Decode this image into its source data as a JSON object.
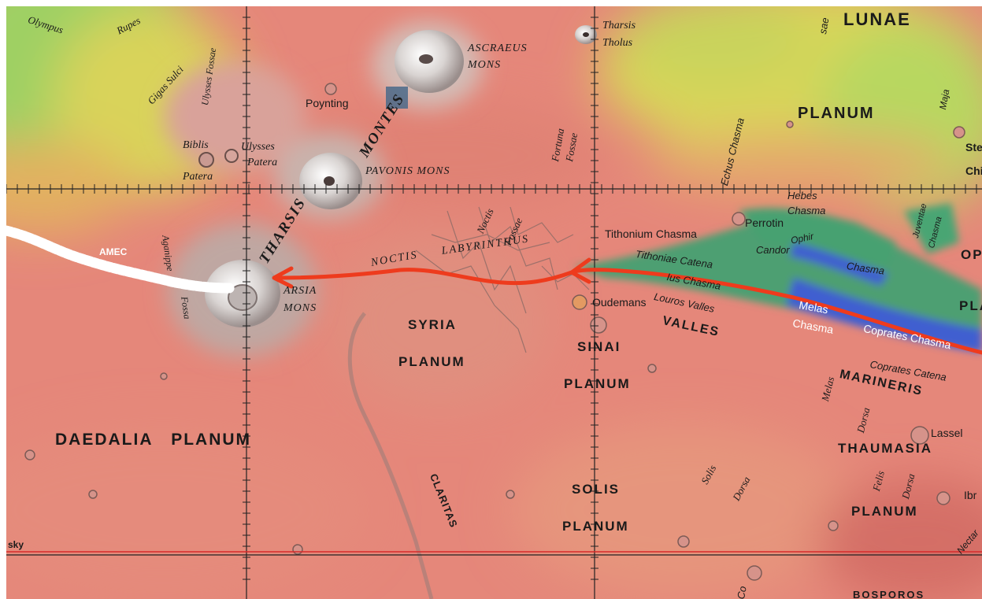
{
  "map": {
    "regions": {
      "lunae": "LUNAE",
      "lunae_planum": "PLANUM",
      "syria": "SYRIA",
      "syria_planum": "PLANUM",
      "sinai": "SINAI",
      "sinai_planum": "PLANUM",
      "daedalia_planum": "DAEDALIA   PLANUM",
      "solis": "SOLIS",
      "solis_planum": "PLANUM",
      "thaumasia": "THAUMASIA",
      "thaumasia_planum": "PLANUM",
      "valles": "VALLES",
      "marineris": "MARINERIS",
      "bosporos": "BOSPOROS",
      "tharsis": "THARSIS",
      "montes": "MONTES",
      "noctis": "NOCTIS",
      "labyrinthus": "LABYRINTHUS"
    },
    "features": {
      "olympus_rupes_1": "Olympus",
      "olympus_rupes_2": "Rupes",
      "gigas_sulci": "Gigas Sulci",
      "ulysses_fossae": "Ulysses Fossae",
      "biblis_1": "Biblis",
      "biblis_2": "Patera",
      "ulysses_patera_1": "Ulysses",
      "ulysses_patera_2": "Patera",
      "ascraeus_1": "ASCRAEUS",
      "ascraeus_2": "MONS",
      "pavonis": "PAVONIS MONS",
      "arsia_1": "ARSIA",
      "arsia_2": "MONS",
      "tharsis_tholus_1": "Tharsis",
      "tharsis_tholus_2": "Tholus",
      "fortuna_1": "Fortuna",
      "fortuna_2": "Fossae",
      "echus": "Echus Chasma",
      "maja": "Maja",
      "hebes_1": "Hebes",
      "hebes_2": "Chasma",
      "noctis_fossae_1": "Noctis",
      "noctis_fossae_2": "Fossae",
      "tithonium": "Tithonium Chasma",
      "tithoniae_catena": "Tithoniae Catena",
      "ius": "Ius Chasma",
      "louros": "Louros Valles",
      "melas_1": "Melas",
      "melas_2": "Chasma",
      "coprates": "Coprates Chasma",
      "coprates_catena": "Coprates Catena",
      "melas_dorsa_1": "Melas",
      "melas_dorsa_2": "Dorsa",
      "solis_dorsa_1": "Solis",
      "solis_dorsa_2": "Dorsa",
      "felis_1": "Felis",
      "felis_2": "Dorsa",
      "claritas": "CLARITAS",
      "aganippe_1": "Aganippe",
      "aganippe_2": "Fossa",
      "juventae": "Juventae",
      "juventae_2": "Chasma",
      "ophir_fragment": "Ophir",
      "candor_fragment": "Candor",
      "candor_2": "Chasma",
      "co_fragment": "Co",
      "sae_fragment": "sae",
      "op_fragment": "OP",
      "pla_fragment": "PLA",
      "ste_fragment": "Ste",
      "chi_fragment": "Chi",
      "ibr_fragment": "Ibr",
      "nectar_fragment": "Nectar"
    },
    "craters": {
      "poynting": "Poynting",
      "perrotin": "Perrotin",
      "oudemans": "Oudemans",
      "lassel": "Lassel"
    },
    "annotations": {
      "amec": "AMEC",
      "sky": "sky"
    },
    "colors": {
      "low_elev": "#3a55c9",
      "mid_elev": "#9bd15a",
      "upland": "#d8d55a",
      "plains": "#e58c7a",
      "highland": "#e07f70",
      "arrow": "#ee3b1d",
      "amec_trail": "#ffffff",
      "reference_line": "#d62a2a"
    }
  }
}
